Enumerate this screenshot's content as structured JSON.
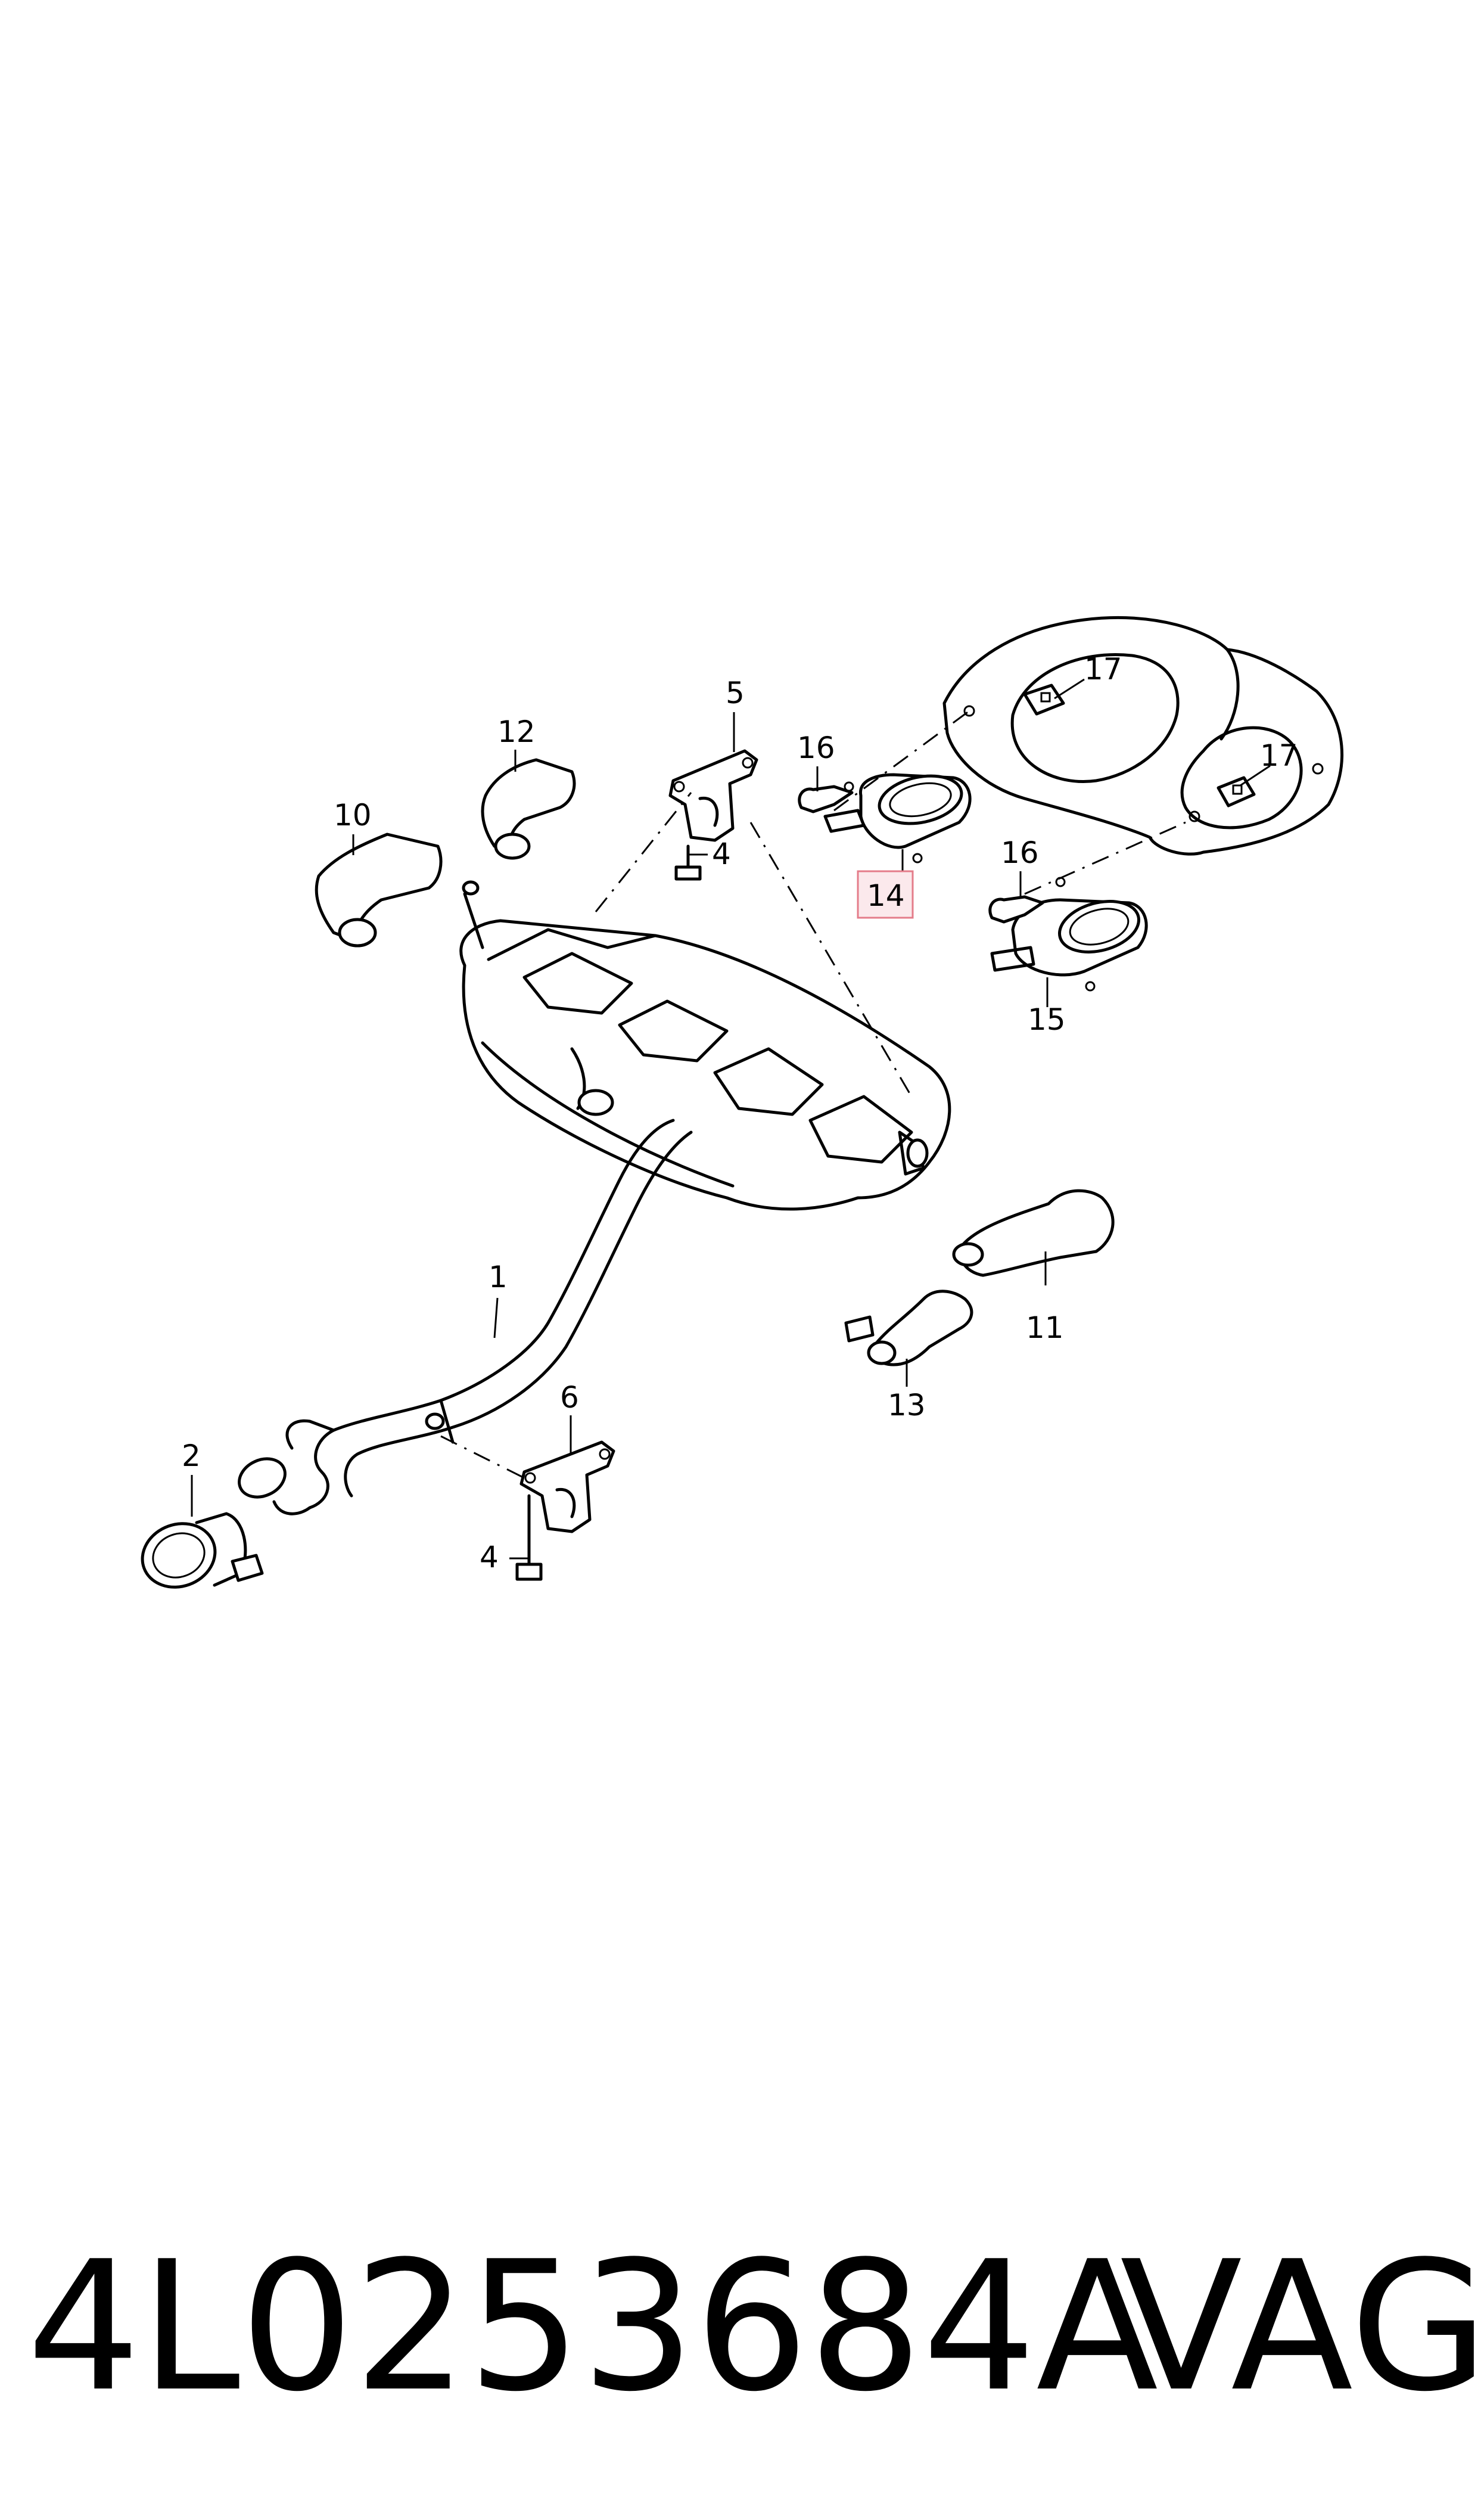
{
  "footer": {
    "part_number": "4L0253684A",
    "brand": "VAG"
  },
  "callouts": [
    "1",
    "2",
    "4",
    "4",
    "5",
    "6",
    "10",
    "11",
    "12",
    "13",
    "14",
    "15",
    "16",
    "16",
    "17",
    "17"
  ],
  "highlight_color": "#e47c8a"
}
